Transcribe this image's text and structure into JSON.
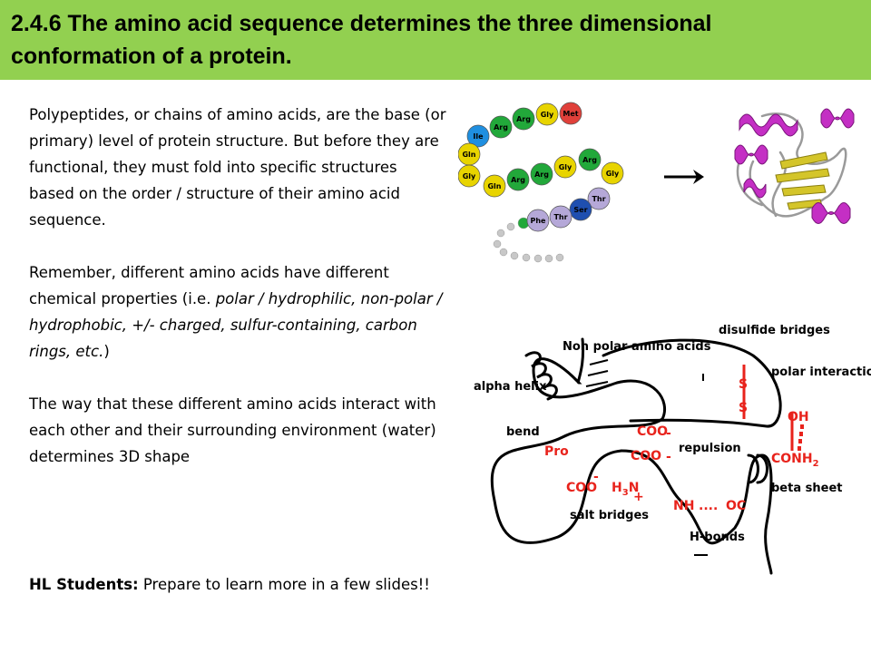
{
  "slide": {
    "title": "2.4.6 The amino acid sequence determines the three dimensional conformation of a protein.",
    "para1": "Polypeptides, or chains of amino acids, are the base (or primary) level of protein structure. But before they are functional, they must fold into specific structures based on the order / structure of their amino acid sequence.",
    "para2_lead": "Remember, different amino acids have different chemical properties (i.e. ",
    "para2_examples": "polar / hydrophilic, non-polar / hydrophobic, +/- charged, sulfur-containing, carbon rings, etc.",
    "para2_tail": ")",
    "para3": "The way that these different amino acids interact with each other and their surrounding environment (water) determines 3D shape",
    "hl_label": "HL Students:",
    "hl_text": " Prepare to learn more in a few slides!!"
  },
  "chain": {
    "beads": [
      "Arg",
      "Gly",
      "Met",
      "Arg",
      "Ile",
      "Gln",
      "Gly",
      "Gln",
      "Arg",
      "Arg",
      "Gly",
      "Arg",
      "Gly",
      "Thr",
      "Ser",
      "Thr",
      "Phe"
    ],
    "colors": {
      "green": "#22a83a",
      "yellow": "#e8d400",
      "blue": "#1f8fe0",
      "red": "#e0403a",
      "lavender": "#b5a8d8",
      "navy": "#1f4fb0",
      "grey": "#c8c8c8"
    }
  },
  "diagram": {
    "labels": {
      "nonpolar": "Non polar amino acids",
      "disulfide": "disulfide bridges",
      "polar": "polar interactions",
      "alpha": "alpha helix",
      "bend": "bend",
      "repulsion": "repulsion",
      "beta": "beta sheet",
      "salt": "salt bridges",
      "hbonds": "H-bonds",
      "s1": "S",
      "s2": "S",
      "oh": "OH",
      "conh2": "CONH",
      "conh2_sub": "2",
      "pro": "Pro",
      "coo1": "COO",
      "coo2": "COO",
      "coo3": "COO",
      "h3n_h": "H",
      "h3n_sub": "3",
      "h3n_n": "N",
      "nh": "NH",
      "dots": "....",
      "oc": "OC",
      "minus": "-",
      "plus": "+"
    },
    "colors": {
      "red": "#e8231c",
      "black": "#000000"
    }
  }
}
